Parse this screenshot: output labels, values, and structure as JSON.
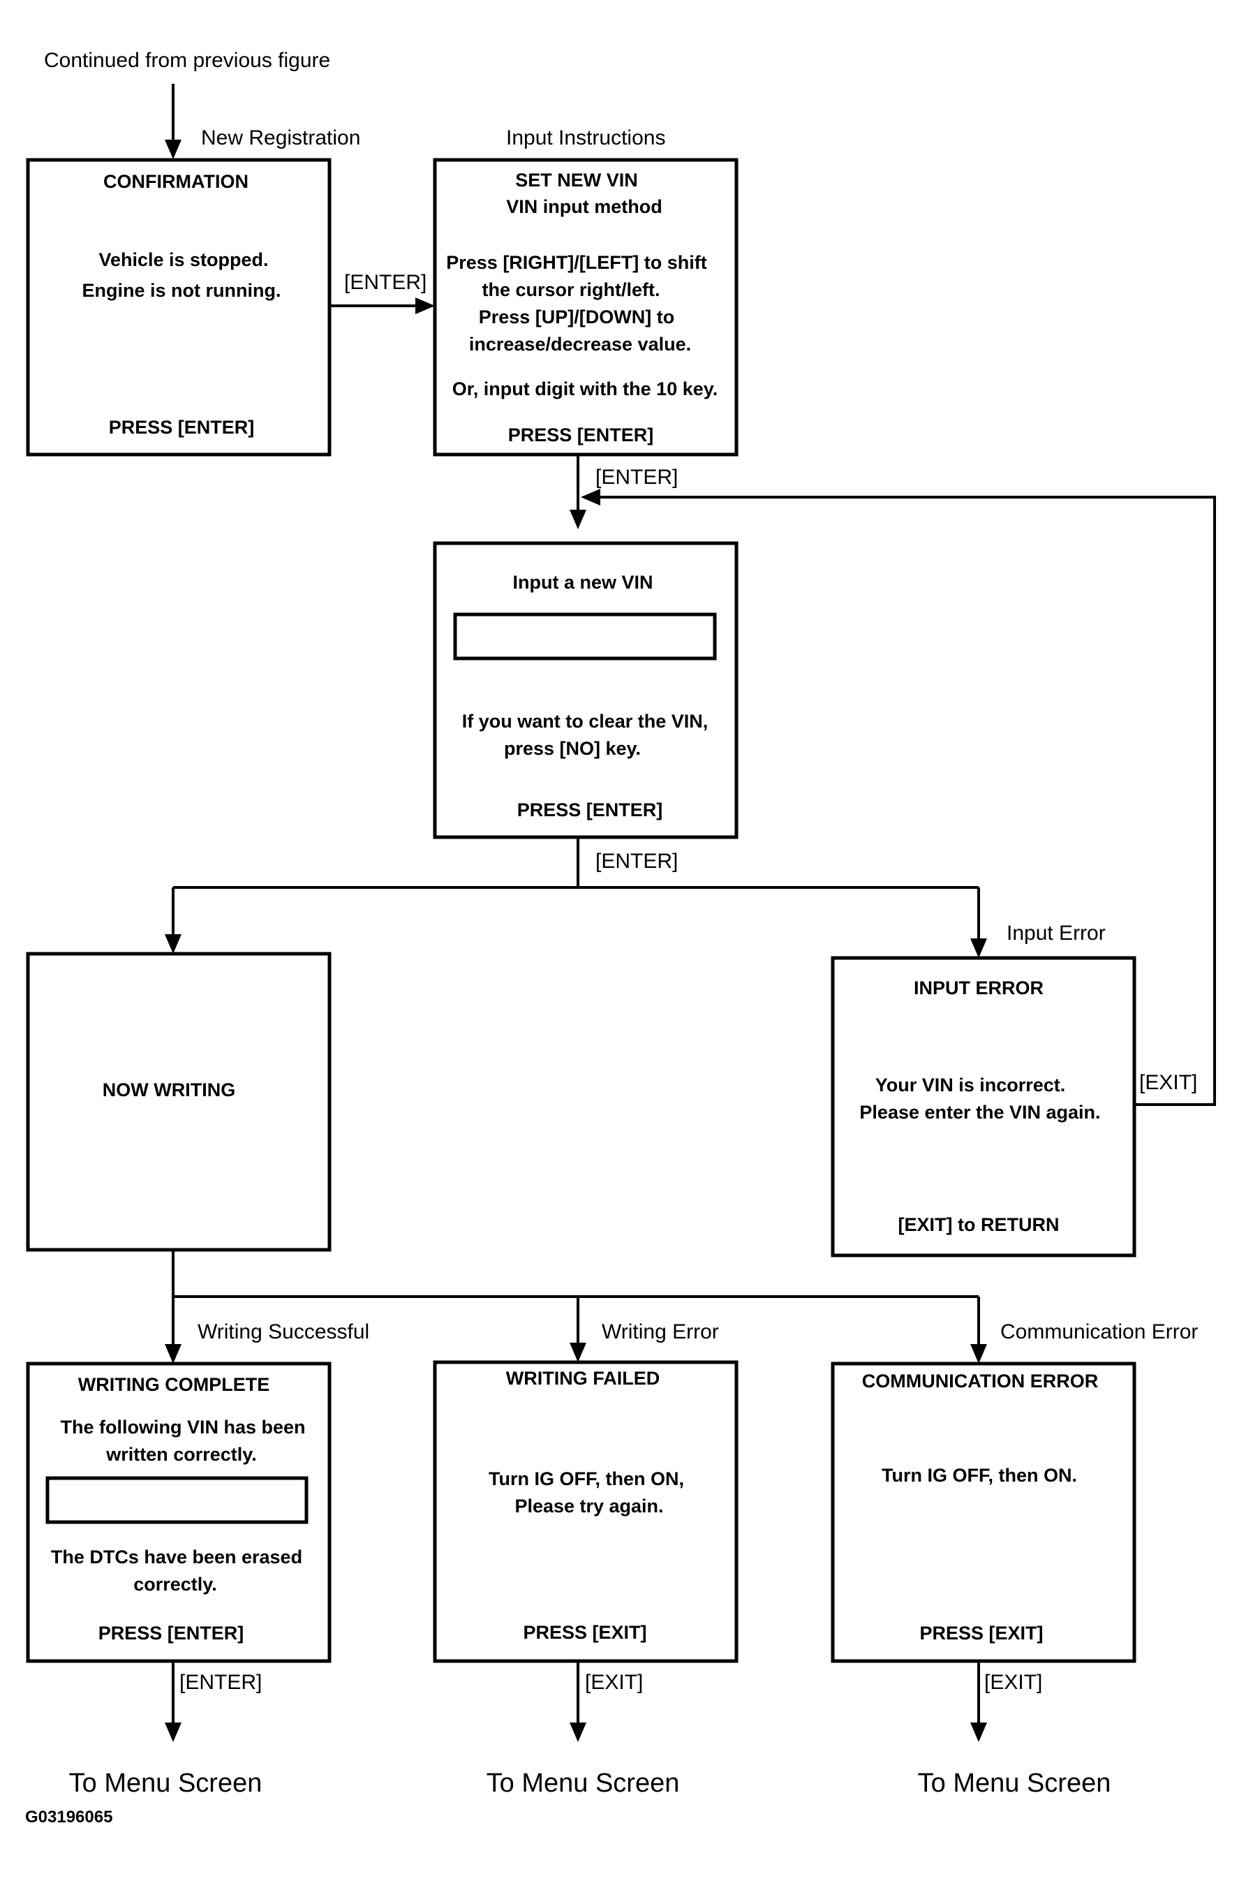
{
  "top_label": "Continued from previous figure",
  "branch_labels": {
    "new_registration": "New Registration",
    "input_instructions": "Input Instructions",
    "input_error": "Input Error",
    "writing_successful": "Writing Successful",
    "writing_error": "Writing Error",
    "communication_error": "Communication Error"
  },
  "key_labels": {
    "enter_1": "[ENTER]",
    "enter_2": "[ENTER]",
    "enter_3": "[ENTER]",
    "exit_loop": "[EXIT]",
    "enter_4": "[ENTER]",
    "exit_1": "[EXIT]",
    "exit_2": "[EXIT]"
  },
  "confirmation": {
    "title": "CONFIRMATION",
    "line1": "Vehicle is stopped.",
    "line2": "Engine is not running.",
    "footer": "PRESS [ENTER]"
  },
  "set_new_vin": {
    "title": "SET NEW VIN",
    "subtitle": "VIN input method",
    "line1": "Press [RIGHT]/[LEFT] to shift",
    "line2": "the cursor right/left.",
    "line3": "Press [UP]/[DOWN] to",
    "line4": "increase/decrease value.",
    "line5": "Or, input digit with the 10 key.",
    "footer": "PRESS [ENTER]"
  },
  "input_vin": {
    "title": "Input a new VIN",
    "line1": "If you want to clear the VIN,",
    "line2": "press [NO] key.",
    "footer": "PRESS [ENTER]"
  },
  "now_writing": {
    "title": "NOW WRITING"
  },
  "input_error": {
    "title": "INPUT ERROR",
    "line1": "Your VIN is incorrect.",
    "line2": "Please enter the VIN again.",
    "footer": "[EXIT] to RETURN"
  },
  "writing_complete": {
    "title": "WRITING COMPLETE",
    "line1": "The following VIN has been",
    "line2": "written correctly.",
    "line3": "The DTCs have been erased",
    "line4": "correctly.",
    "footer": "PRESS [ENTER]"
  },
  "writing_failed": {
    "title": "WRITING FAILED",
    "line1": "Turn IG OFF, then ON,",
    "line2": "Please try again.",
    "footer": "PRESS [EXIT]"
  },
  "communication_error": {
    "title": "COMMUNICATION ERROR",
    "line1": "Turn IG OFF, then ON.",
    "footer": "PRESS [EXIT]"
  },
  "destinations": {
    "left": "To Menu Screen",
    "middle": "To Menu Screen",
    "right": "To Menu Screen"
  },
  "figure_code": "G03196065"
}
